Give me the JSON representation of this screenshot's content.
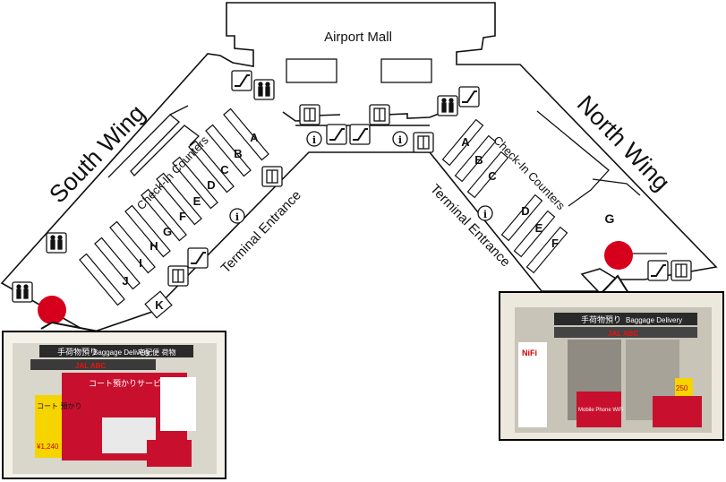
{
  "map": {
    "mall_label": "Airport Mall",
    "south_wing_label": "South Wing",
    "north_wing_label": "North Wing",
    "entrance_left_label": "Terminal Entrance",
    "entrance_right_label": "Terminal Entrance",
    "checkin_left_label": "Check-In Counters",
    "checkin_right_label": "Check-In Counters",
    "south_counters": [
      "A",
      "B",
      "C",
      "D",
      "E",
      "F",
      "G",
      "H",
      "I",
      "J",
      "K"
    ],
    "north_counters": [
      "A",
      "B",
      "C",
      "D",
      "E",
      "F"
    ],
    "north_area_label": "G",
    "marker_color": "#d6001c"
  },
  "photo_left": {
    "sign_jp": "手荷物預り",
    "sign_en": "Baggage Delivery",
    "sign_tail": "宅配便  荷物",
    "brand": "JAL ABC",
    "banner": "コート預かりサービス",
    "side_sign": "コート 預かり",
    "price": "¥1,240"
  },
  "photo_right": {
    "sign_jp": "手荷物預り",
    "sign_en": "Baggage Delivery",
    "brand": "JAL ABC",
    "side_sign": "NiFi",
    "price": "250",
    "poster": "Mobile Phone WiFi"
  }
}
